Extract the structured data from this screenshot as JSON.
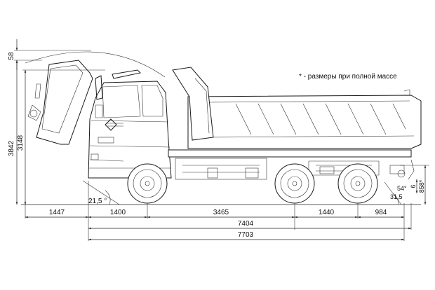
{
  "note": "* - размеры при полной массе",
  "dimensions": {
    "h_58": "58",
    "h_3842": "3842",
    "h_3148": "3148",
    "front_overhang": "1447",
    "front_to_axle": "1400",
    "wheelbase_1": "3465",
    "axle_spacing": "1440",
    "rear_overhang": "984",
    "base_7404": "7404",
    "total_7703": "7703",
    "approach_angle": "21,5 °",
    "departure_angle": "31,5",
    "angle_54": "54°",
    "h_858": "858*",
    "h_6": "6"
  }
}
